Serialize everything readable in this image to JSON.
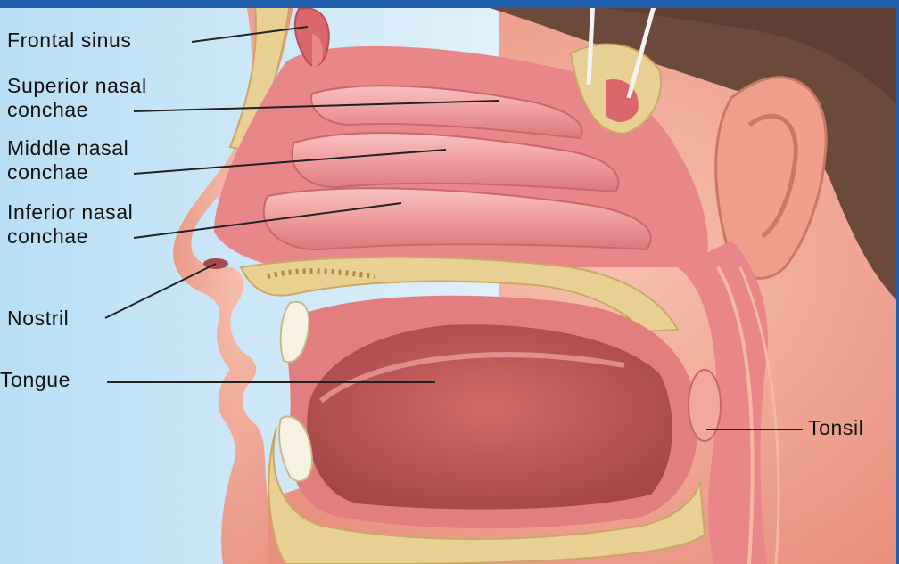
{
  "diagram": {
    "labels": {
      "frontal_sinus": "Frontal sinus",
      "superior_1": "Superior nasal",
      "superior_2": "conchae",
      "middle_1": "Middle nasal",
      "middle_2": "conchae",
      "inferior_1": "Inferior nasal",
      "inferior_2": "conchae",
      "nostril": "Nostril",
      "tongue": "Tongue",
      "tonsil": "Tonsil"
    }
  },
  "colors": {
    "frame": "#1f5fae",
    "background": "#cfe9f8",
    "skin": "#f2a896",
    "mucosa": "#e9868a",
    "bone": "#e8cf92",
    "hair": "#6b4a3c"
  }
}
